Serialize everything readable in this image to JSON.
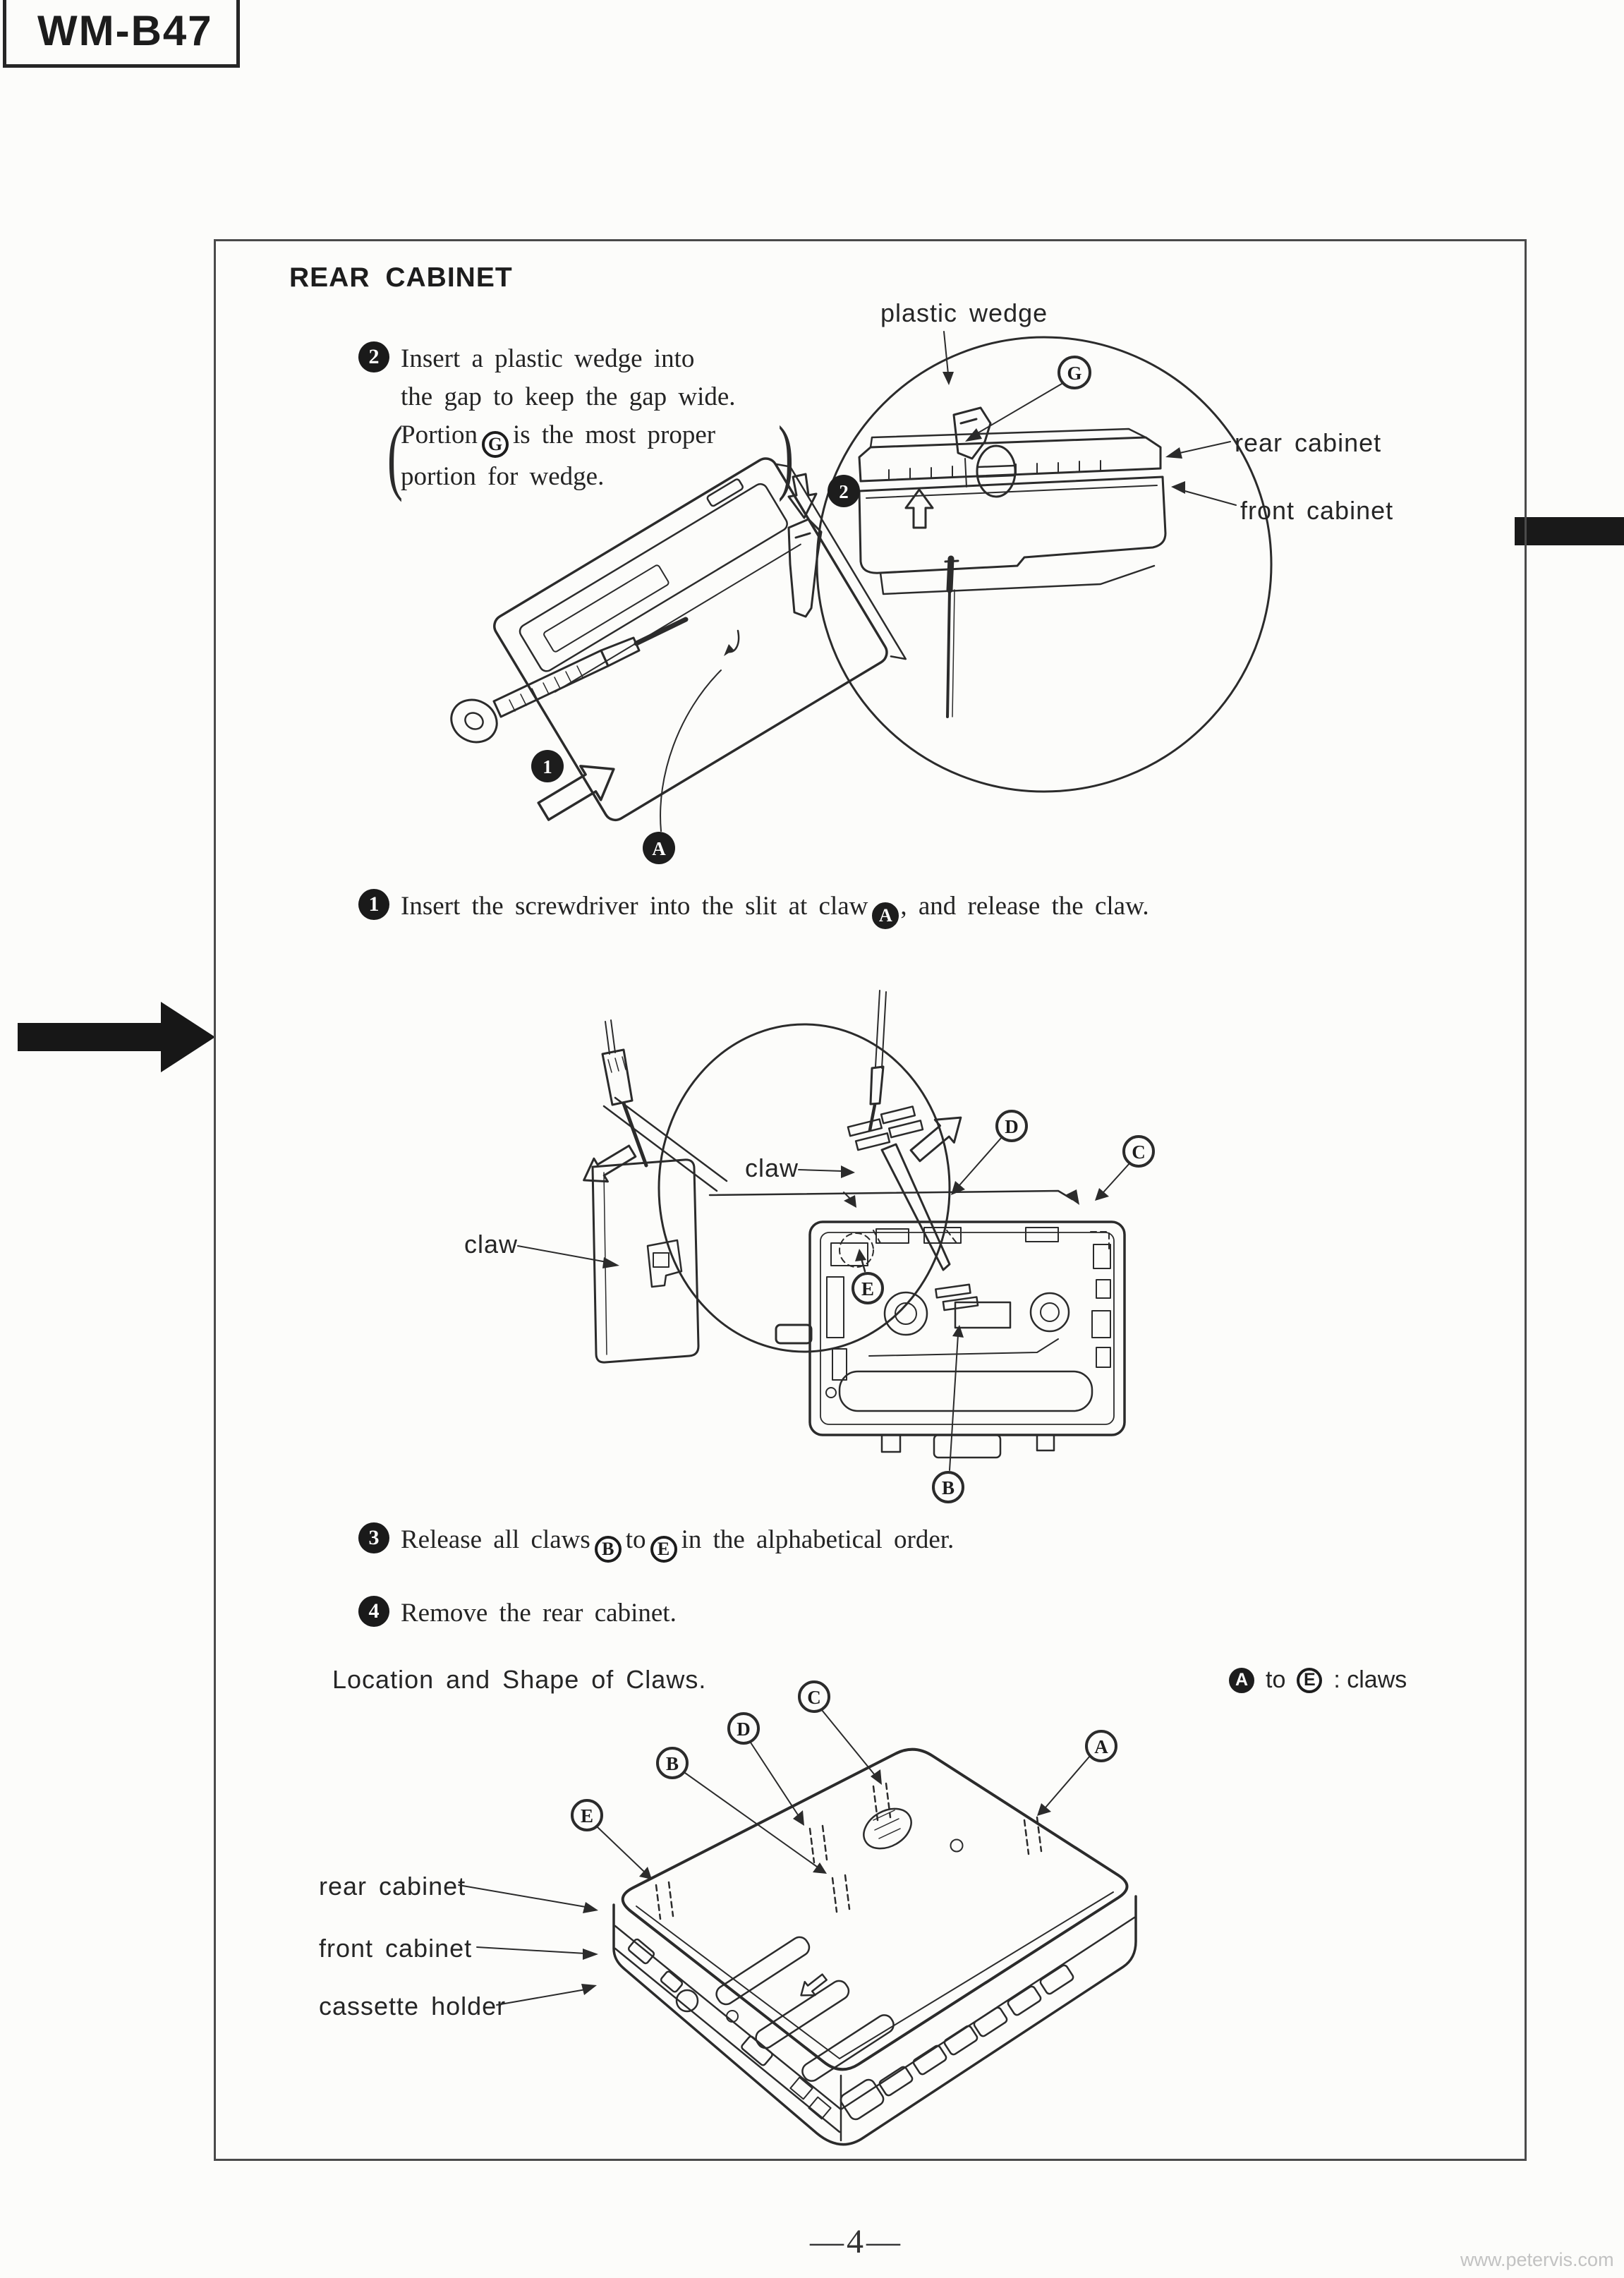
{
  "page": {
    "model": "WM-B47",
    "page_number": "—4—",
    "watermark": "www.petervis.com"
  },
  "rear_cabinet_section": {
    "heading": "REAR CABINET",
    "step2": {
      "number": "2",
      "line1": "Insert a plastic wedge into",
      "line2": "the gap to keep the gap wide.",
      "paren_open": "(",
      "line3_before": "Portion",
      "portion_letter": "G",
      "line3_after": "is the most proper",
      "line4": "portion for wedge.",
      "paren_close": ")"
    },
    "step1": {
      "number": "1",
      "text_before": "Insert the screwdriver into the slit at claw",
      "claw_letter": "A",
      "text_after": ", and release the claw."
    },
    "step3": {
      "number": "3",
      "text_before": "Release all claws",
      "letter_from": "B",
      "text_mid": "to",
      "letter_to": "E",
      "text_after": "in the alphabetical order."
    },
    "step4": {
      "number": "4",
      "text": "Remove the rear cabinet."
    },
    "claws_heading": "Location and Shape of Claws.",
    "claws_legend": {
      "letter_from": "A",
      "mid": "to",
      "letter_to": "E",
      "suffix": ":  claws"
    }
  },
  "figure_wedge": {
    "plastic_wedge_label": "plastic wedge",
    "portion_letter": "G",
    "rear_cabinet_label": "rear cabinet",
    "front_cabinet_label": "front cabinet",
    "step1_marker": "1",
    "step2_marker": "2",
    "claw_a_marker": "A"
  },
  "figure_claws_release": {
    "claw_label_top": "claw",
    "claw_label_left": "claw",
    "markers": {
      "b": "B",
      "c": "C",
      "d": "D",
      "e": "E"
    }
  },
  "figure_claw_locations": {
    "markers": {
      "a": "A",
      "b": "B",
      "c": "C",
      "d": "D",
      "e": "E"
    },
    "rear_cabinet_label": "rear cabinet",
    "front_cabinet_label": "front cabinet",
    "cassette_holder_label": "cassette holder"
  }
}
